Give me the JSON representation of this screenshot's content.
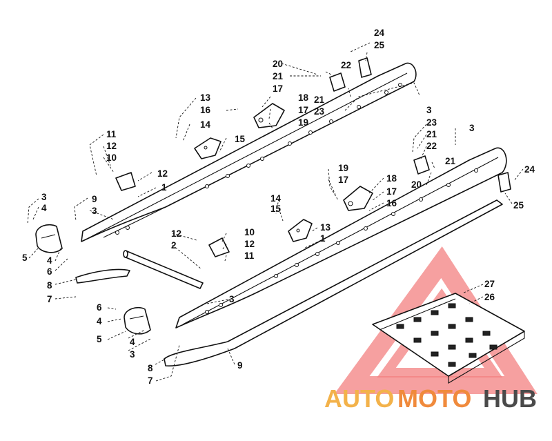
{
  "diagram": {
    "callouts": [
      {
        "id": "c24a",
        "text": "24"
      },
      {
        "id": "c25a",
        "text": "25"
      },
      {
        "id": "c20a",
        "text": "20"
      },
      {
        "id": "c22a",
        "text": "22"
      },
      {
        "id": "c21a",
        "text": "21"
      },
      {
        "id": "c21b",
        "text": "21"
      },
      {
        "id": "c23a",
        "text": "23"
      },
      {
        "id": "c3a",
        "text": "3"
      },
      {
        "id": "c13a",
        "text": "13"
      },
      {
        "id": "c17a",
        "text": "17"
      },
      {
        "id": "c18a",
        "text": "18"
      },
      {
        "id": "c16a",
        "text": "16"
      },
      {
        "id": "c17b",
        "text": "17"
      },
      {
        "id": "c19a",
        "text": "19"
      },
      {
        "id": "c14a",
        "text": "14"
      },
      {
        "id": "c15a",
        "text": "15"
      },
      {
        "id": "c11a",
        "text": "11"
      },
      {
        "id": "c12a",
        "text": "12"
      },
      {
        "id": "c10a",
        "text": "10"
      },
      {
        "id": "c12b",
        "text": "12"
      },
      {
        "id": "c1a",
        "text": "1"
      },
      {
        "id": "c3b",
        "text": "3"
      },
      {
        "id": "c4a",
        "text": "4"
      },
      {
        "id": "c9a",
        "text": "9"
      },
      {
        "id": "c3c",
        "text": "3"
      },
      {
        "id": "c5a",
        "text": "5"
      },
      {
        "id": "c4b",
        "text": "4"
      },
      {
        "id": "c6a",
        "text": "6"
      },
      {
        "id": "c8a",
        "text": "8"
      },
      {
        "id": "c7a",
        "text": "7"
      },
      {
        "id": "c12c",
        "text": "12"
      },
      {
        "id": "c10b",
        "text": "10"
      },
      {
        "id": "c2a",
        "text": "2"
      },
      {
        "id": "c12d",
        "text": "12"
      },
      {
        "id": "c11b",
        "text": "11"
      },
      {
        "id": "c23b",
        "text": "23"
      },
      {
        "id": "c21c",
        "text": "21"
      },
      {
        "id": "c22b",
        "text": "22"
      },
      {
        "id": "c3d",
        "text": "3"
      },
      {
        "id": "c21d",
        "text": "21"
      },
      {
        "id": "c20b",
        "text": "20"
      },
      {
        "id": "c24b",
        "text": "24"
      },
      {
        "id": "c25b",
        "text": "25"
      },
      {
        "id": "c19b",
        "text": "19"
      },
      {
        "id": "c17c",
        "text": "17"
      },
      {
        "id": "c18b",
        "text": "18"
      },
      {
        "id": "c17d",
        "text": "17"
      },
      {
        "id": "c16b",
        "text": "16"
      },
      {
        "id": "c14b",
        "text": "14"
      },
      {
        "id": "c15b",
        "text": "15"
      },
      {
        "id": "c13b",
        "text": "13"
      },
      {
        "id": "c1b",
        "text": "1"
      },
      {
        "id": "c27a",
        "text": "27"
      },
      {
        "id": "c26a",
        "text": "26"
      },
      {
        "id": "c3e",
        "text": "3"
      },
      {
        "id": "c6b",
        "text": "6"
      },
      {
        "id": "c4c",
        "text": "4"
      },
      {
        "id": "c5b",
        "text": "5"
      },
      {
        "id": "c4d",
        "text": "4"
      },
      {
        "id": "c3f",
        "text": "3"
      },
      {
        "id": "c8b",
        "text": "8"
      },
      {
        "id": "c7b",
        "text": "7"
      },
      {
        "id": "c9b",
        "text": "9"
      }
    ]
  },
  "watermark": {
    "part1": "AUTO",
    "part2": "MOTO",
    "part3": "HUB",
    "color1": "#f3b24a",
    "color2": "#f08a3c",
    "color3": "#4a4a4a",
    "logo_color": "#f26b6b"
  }
}
